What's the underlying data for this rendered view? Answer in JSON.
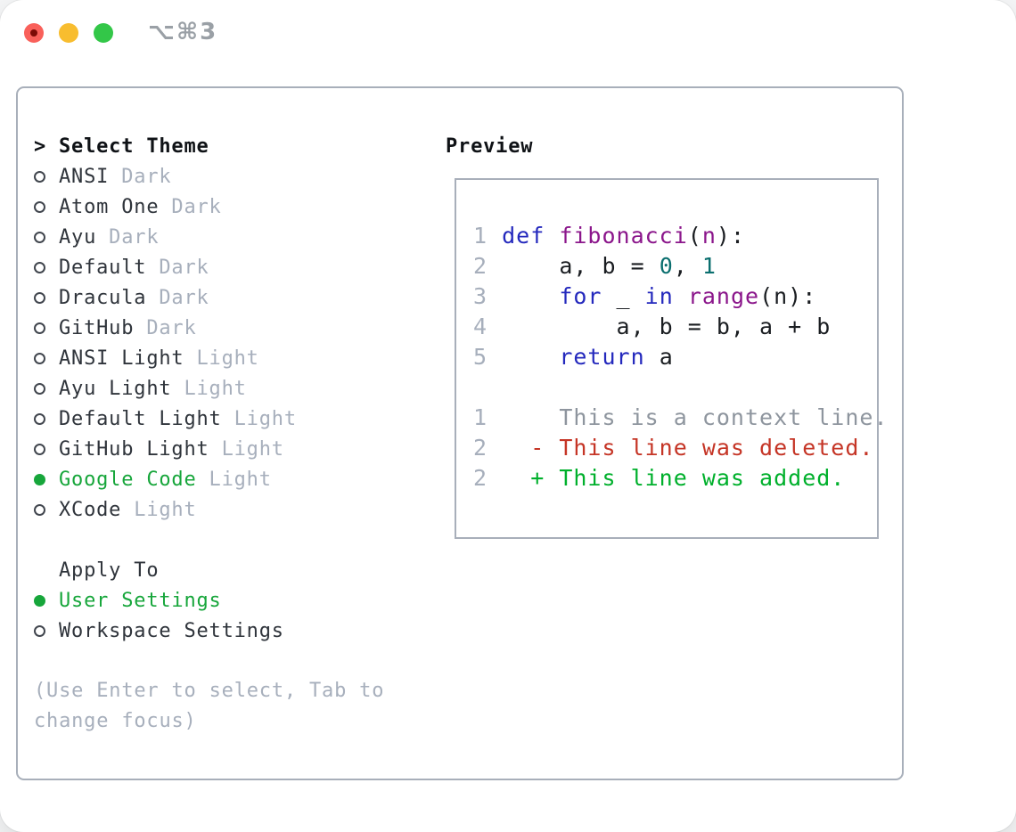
{
  "window": {
    "title": "⌥⌘3",
    "traffic_lights": [
      "close",
      "minimize",
      "zoom"
    ]
  },
  "theme_panel": {
    "header": {
      "prompt": ">",
      "label": "Select Theme"
    },
    "themes": [
      {
        "name": "ANSI",
        "variant": "Dark",
        "selected": false
      },
      {
        "name": "Atom One",
        "variant": "Dark",
        "selected": false
      },
      {
        "name": "Ayu",
        "variant": "Dark",
        "selected": false
      },
      {
        "name": "Default",
        "variant": "Dark",
        "selected": false
      },
      {
        "name": "Dracula",
        "variant": "Dark",
        "selected": false
      },
      {
        "name": "GitHub",
        "variant": "Dark",
        "selected": false
      },
      {
        "name": "ANSI Light",
        "variant": "Light",
        "selected": false
      },
      {
        "name": "Ayu Light",
        "variant": "Light",
        "selected": false
      },
      {
        "name": "Default Light",
        "variant": "Light",
        "selected": false
      },
      {
        "name": "GitHub Light",
        "variant": "Light",
        "selected": false
      },
      {
        "name": "Google Code",
        "variant": "Light",
        "selected": true
      },
      {
        "name": "XCode",
        "variant": "Light",
        "selected": false
      }
    ],
    "apply_to": {
      "label": "Apply To",
      "options": [
        {
          "name": "User Settings",
          "selected": true
        },
        {
          "name": "Workspace Settings",
          "selected": false
        }
      ]
    },
    "help_text": "(Use Enter to select, Tab to change focus)"
  },
  "preview": {
    "label": "Preview",
    "code_lines": [
      {
        "num": "1",
        "segments": [
          [
            "kw",
            "def"
          ],
          [
            "pl",
            " "
          ],
          [
            "fn",
            "fibonacci"
          ],
          [
            "pl",
            "("
          ],
          [
            "fn",
            "n"
          ],
          [
            "pl",
            "):"
          ]
        ]
      },
      {
        "num": "2",
        "segments": [
          [
            "pl",
            "    a, b = "
          ],
          [
            "lit",
            "0"
          ],
          [
            "pl",
            ", "
          ],
          [
            "lit",
            "1"
          ]
        ]
      },
      {
        "num": "3",
        "segments": [
          [
            "pl",
            "    "
          ],
          [
            "kw",
            "for"
          ],
          [
            "pl",
            " _ "
          ],
          [
            "kw",
            "in"
          ],
          [
            "pl",
            " "
          ],
          [
            "fn",
            "range"
          ],
          [
            "pl",
            "(n):"
          ]
        ]
      },
      {
        "num": "4",
        "segments": [
          [
            "pl",
            "        a, b = b, a + b"
          ]
        ]
      },
      {
        "num": "5",
        "segments": [
          [
            "pl",
            "    "
          ],
          [
            "kw",
            "return"
          ],
          [
            "pl",
            " a"
          ]
        ]
      }
    ],
    "diff_lines": [
      {
        "num": "1",
        "marker": " ",
        "text": "This is a context line.",
        "kind": "context"
      },
      {
        "num": "2",
        "marker": "-",
        "text": "This line was deleted.",
        "kind": "deleted"
      },
      {
        "num": "2",
        "marker": "+",
        "text": "This line was added.",
        "kind": "added"
      }
    ]
  },
  "colors": {
    "selection_green": "#17a63b",
    "diff_added_green": "#00b02c",
    "diff_deleted_red": "#c53526",
    "keyword_blue": "#2429bd",
    "function_purple": "#8b168b",
    "literal_teal": "#0b6f6f",
    "muted_gray": "#a7afbc",
    "border_gray": "#a8afba"
  }
}
